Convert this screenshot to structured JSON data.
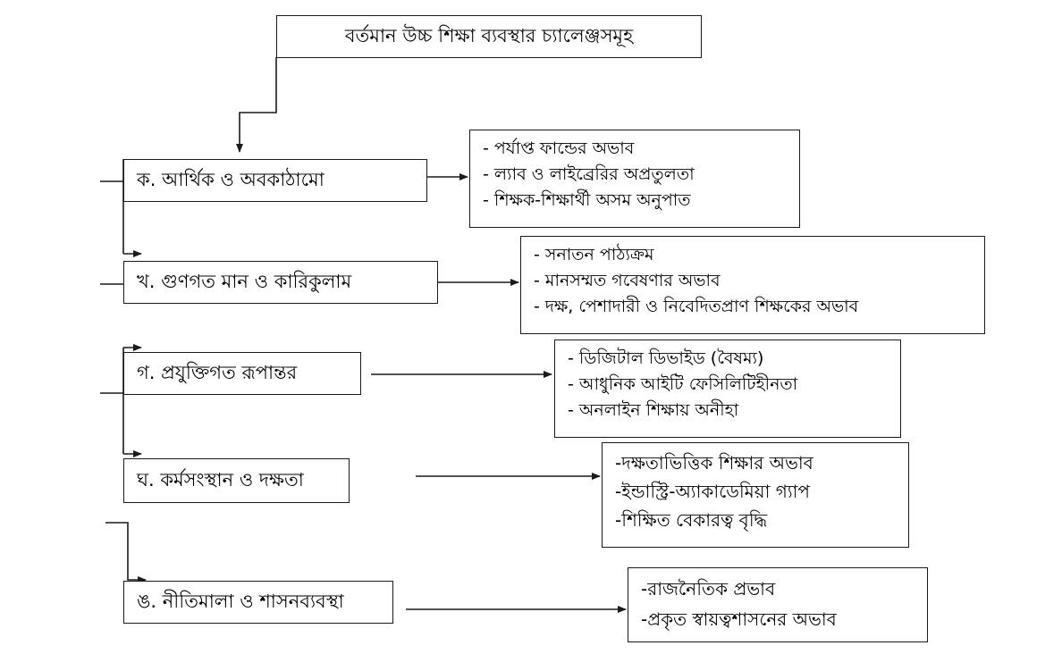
{
  "root": "বর্তমান উচ্চ শিক্ষা ব্যবস্থার চ্যালেঞ্জসমূহ",
  "categories": [
    {
      "label": "ক. আর্থিক ও অবকাঠামো",
      "items": [
        "- পর্যাপ্ত ফান্ডের অভাব",
        "- ল্যাব ও লাইব্রেরির অপ্রতুলতা",
        "- শিক্ষক-শিক্ষার্থী অসম অনুপাত"
      ]
    },
    {
      "label": "খ. গুণগত মান ও কারিকুলাম",
      "items": [
        "- সনাতন পাঠ্যক্রম",
        "- মানসম্মত গবেষণার অভাব",
        "- দক্ষ, পেশাদারী ও নিবেদিতপ্রাণ শিক্ষকের অভাব"
      ]
    },
    {
      "label": "গ. প্রযুক্তিগত রূপান্তর",
      "items": [
        "- ডিজিটাল ডিভাইড (বৈষম্য)",
        "- আধুনিক আইটি ফেসিলিটিহীনতা",
        "- অনলাইন শিক্ষায় অনীহা"
      ]
    },
    {
      "label": "ঘ. কর্মসংস্থান ও দক্ষতা",
      "items": [
        "-দক্ষতাভিত্তিক শিক্ষার অভাব",
        "-ইন্ডাস্ট্রি-অ্যাকাডেমিয়া গ্যাপ",
        "-শিক্ষিত বেকারত্ব বৃদ্ধি"
      ]
    },
    {
      "label": "ঙ. নীতিমালা ও শাসনব্যবস্থা",
      "items": [
        "-রাজনৈতিক প্রভাব",
        "-প্রকৃত স্বায়ত্বশাসনের অভাব"
      ]
    }
  ],
  "colors": {
    "line": "#1a1a1a",
    "box_border": "#1a1a1a",
    "background": "#ffffff"
  }
}
